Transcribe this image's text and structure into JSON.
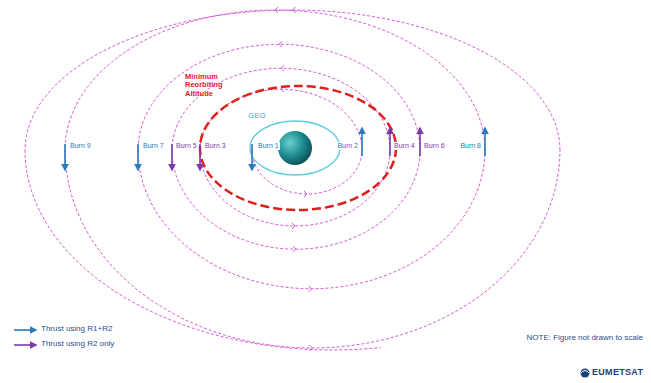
{
  "diagram": {
    "labels": [
      "Minimum Reorbiting Altitude",
      "GEO",
      "Burn 1",
      "Burn 2",
      "Burn 3",
      "Burn 4",
      "Burn 5",
      "Burn 6",
      "Burn 7",
      "Burn 8",
      "Burn 9",
      "NOTE: Figure not drawn to scale",
      "EUMETSAT"
    ],
    "legend": [
      {
        "text": "Thrust using R1+R2"
      },
      {
        "text": "Thrust using R2 only"
      }
    ]
  }
}
